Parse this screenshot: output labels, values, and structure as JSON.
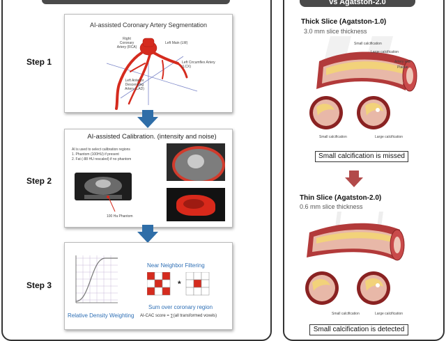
{
  "left_panel": {
    "title": "",
    "steps": [
      "Step 1",
      "Step 2",
      "Step 3"
    ],
    "step1": {
      "title": "AI-assisted Coronary Artery Segmentation",
      "labels": {
        "rca": "Right Coronary Artery (RCA)",
        "lm": "Left Main (LM)",
        "lcx": "Left Circumflex Artery (LCX)",
        "lad": "Left Anterior Descending Artery (LAD)"
      }
    },
    "step2": {
      "title": "AI-assisted Calibration. (intensity and noise)",
      "notes": [
        "AI is used to select calibration regions",
        "1.  Phantom (100HU) if present",
        "2.  Fat (-88 HU rescaled) if no phantom"
      ],
      "phantom_label": "100 Ha Phantom"
    },
    "step3": {
      "rdw_label": "Relative Density Weighting",
      "nnf_label": "Near Neighbor Filtering",
      "star": "*",
      "sum_label": "Sum over coronary region",
      "formula": "AI-CAC score = ∑(all transformed voxels)"
    }
  },
  "right_panel": {
    "title": "vs Agatston-2.0",
    "thick": {
      "title": "Thick Slice (Agatston-1.0)",
      "thickness": "3.0 mm slice thickness",
      "labels": {
        "small": "Small calcification",
        "large": "Large calcification",
        "wall": "Artery wall",
        "plaque": "Plaque"
      },
      "cs_small": "Small calcification",
      "cs_large": "Large calcification",
      "result": "Small calcification is missed"
    },
    "thin": {
      "title": "Thin Slice (Agatston-2.0)",
      "thickness": "0.6 mm slice thickness",
      "cs_small": "Small calcification",
      "cs_large": "Large calcification",
      "result": "Small calcification is detected"
    }
  },
  "colors": {
    "arrow_blue": "#2f6ea8",
    "arrow_red": "#b24a4a",
    "artery_red": "#d52b1e",
    "plaque_yellow": "#f2d27a",
    "artery_wall": "#b23a3a"
  },
  "icons": [
    "arrow-down-icon"
  ]
}
